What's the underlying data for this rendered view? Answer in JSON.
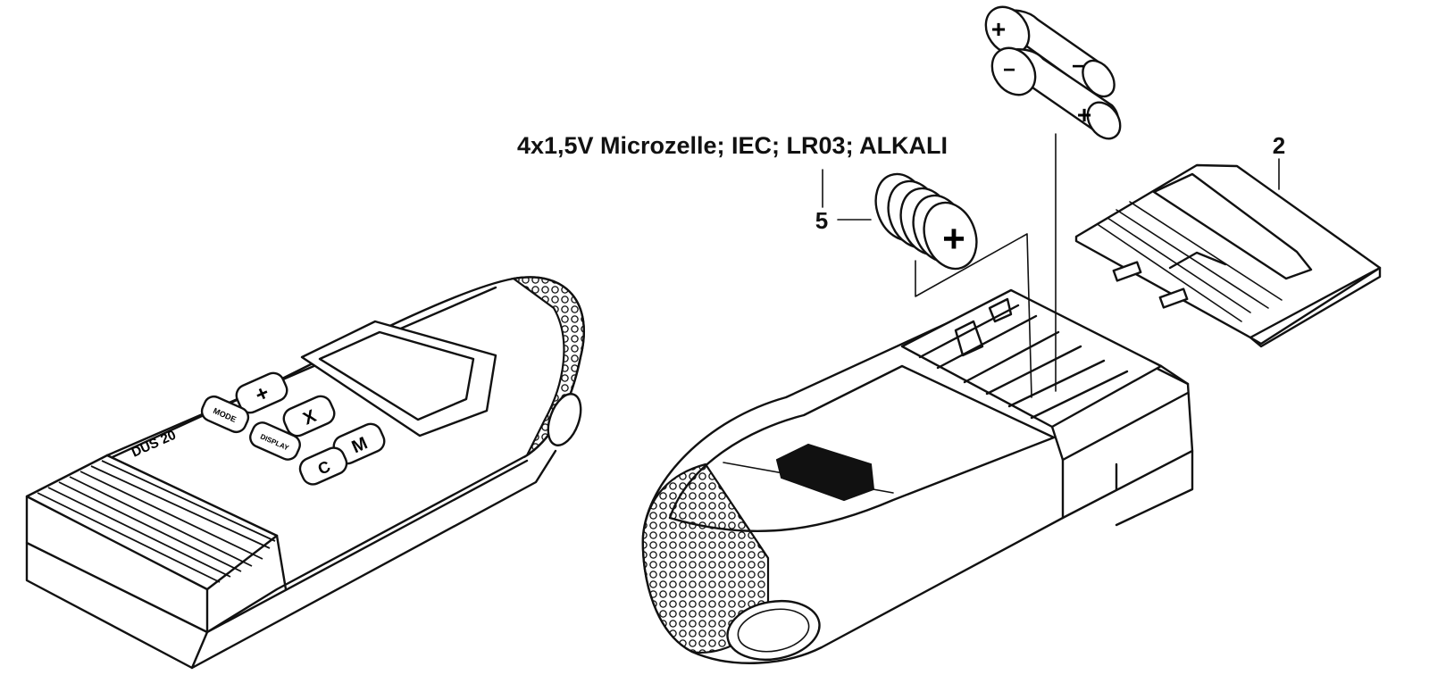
{
  "battery_spec": "4x1,5V Microzelle; IEC; LR03; ALKALI",
  "callouts": {
    "battery_set": "5",
    "battery_cover": "2"
  },
  "device": {
    "model_label": "DUS 20",
    "buttons": {
      "plus": "+",
      "mode": "MODE",
      "x": "X",
      "display": "DISPLAY",
      "m": "M",
      "c": "C"
    }
  },
  "batteries": {
    "plus_mark": "+",
    "minus_mark": "−"
  }
}
